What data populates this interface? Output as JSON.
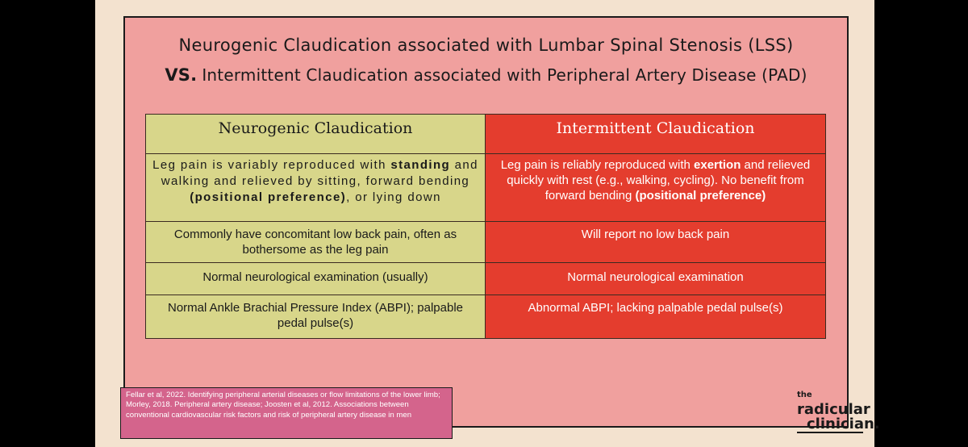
{
  "title": {
    "line1": "Neurogenic Claudication associated with Lumbar Spinal Stenosis (LSS)",
    "vs": "VS.",
    "line2": "Intermittent Claudication associated with Peripheral Artery Disease (PAD)"
  },
  "colors": {
    "background": "#000000",
    "slide": "#f3e2cf",
    "panel": "#f0a09e",
    "left_column": "#d8d68a",
    "right_column": "#e43d2e",
    "references_box": "#d4648c"
  },
  "table": {
    "headers": [
      "Neurogenic Claudication",
      "Intermittent Claudication"
    ],
    "rows": [
      {
        "left": {
          "a": "Leg pain is variably reproduced with ",
          "b": "standing",
          "c": " and walking and relieved by sitting, forward bending ",
          "d": "(positional preference)",
          "e": ", or lying down"
        },
        "right": {
          "a": "Leg pain is reliably reproduced with ",
          "b": "exertion",
          "c": " and relieved quickly with rest (e.g., walking, cycling). No benefit from forward bending ",
          "d": "(positional preference)"
        }
      },
      {
        "left": "Commonly have concomitant low back pain, often as bothersome as the leg pain",
        "right": "Will report no low back pain"
      },
      {
        "left": "Normal neurological examination (usually)",
        "right": "Normal neurological examination"
      },
      {
        "left": "Normal Ankle Brachial Pressure Index (ABPI); palpable pedal pulse(s)",
        "right": "Abnormal ABPI; lacking palpable pedal pulse(s)"
      }
    ]
  },
  "references": "Fellar et al, 2022. Identifying peripheral arterial diseases or flow limitations of the lower limb; Morley, 2018. Peripheral artery disease; Joosten et al, 2012. Associations between conventional cardiovascular risk factors and risk of peripheral artery disease in men",
  "logo": {
    "the": "the",
    "word1": "radicular",
    "word2": "clinician."
  }
}
